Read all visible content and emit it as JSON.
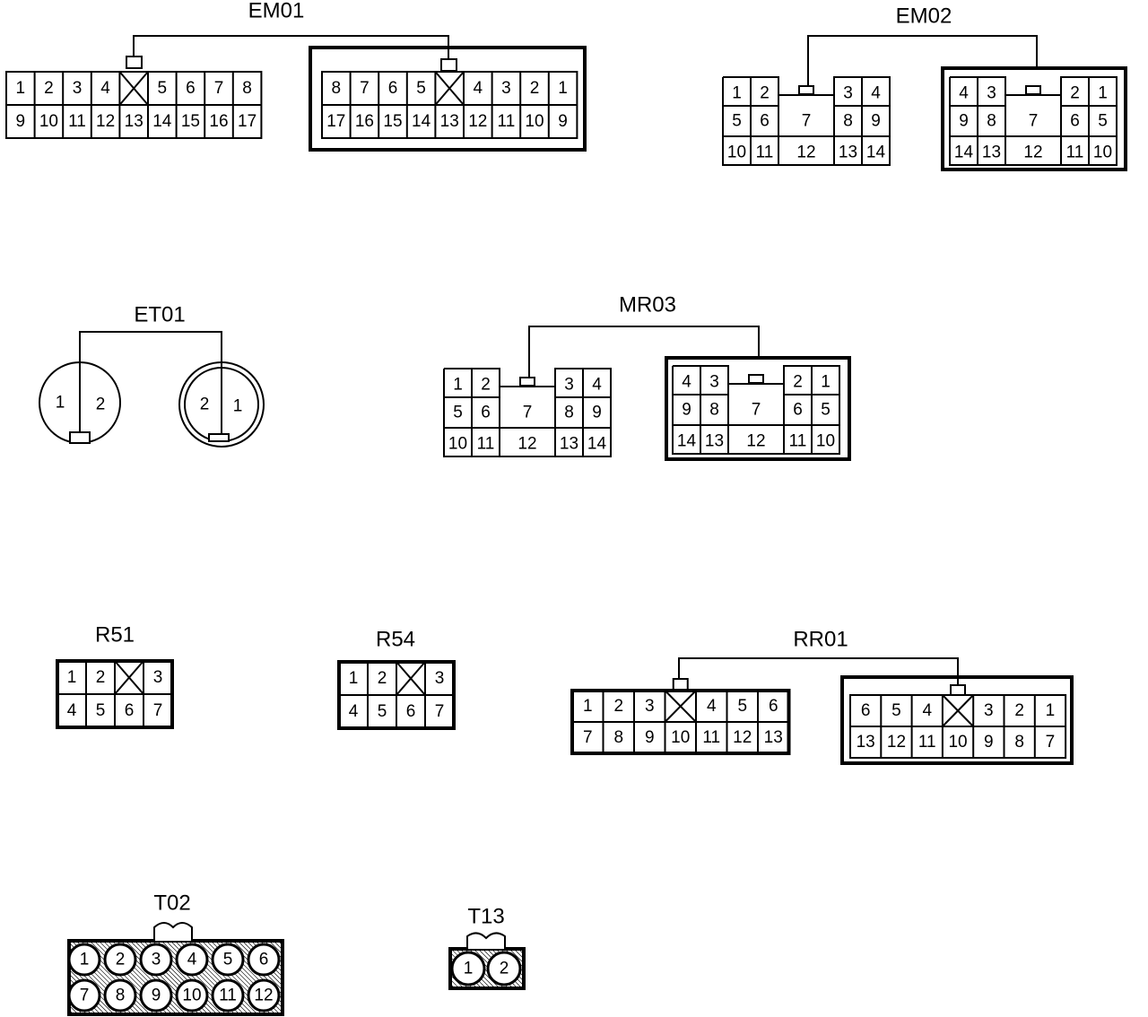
{
  "diagram": {
    "connectors": {
      "em01": {
        "label": "EM01",
        "female": {
          "top": [
            "1",
            "2",
            "3",
            "4",
            "5",
            "6",
            "7",
            "8"
          ],
          "bottom": [
            "9",
            "10",
            "11",
            "12",
            "13",
            "14",
            "15",
            "16",
            "17"
          ]
        },
        "male": {
          "top": [
            "8",
            "7",
            "6",
            "5",
            "4",
            "3",
            "2",
            "1"
          ],
          "bottom": [
            "17",
            "16",
            "15",
            "14",
            "13",
            "12",
            "11",
            "10",
            "9"
          ]
        }
      },
      "em02": {
        "label": "EM02",
        "female": [
          "1",
          "2",
          "3",
          "4",
          "5",
          "6",
          "7",
          "8",
          "9",
          "10",
          "11",
          "12",
          "13",
          "14"
        ],
        "male": [
          "4",
          "3",
          "2",
          "1",
          "9",
          "8",
          "7",
          "6",
          "5",
          "14",
          "13",
          "12",
          "11",
          "10"
        ]
      },
      "et01": {
        "label": "ET01",
        "female": [
          "1",
          "2"
        ],
        "male": [
          "2",
          "1"
        ]
      },
      "mr03": {
        "label": "MR03",
        "female": [
          "1",
          "2",
          "3",
          "4",
          "5",
          "6",
          "7",
          "8",
          "9",
          "10",
          "11",
          "12",
          "13",
          "14"
        ],
        "male": [
          "4",
          "3",
          "2",
          "1",
          "9",
          "8",
          "7",
          "6",
          "5",
          "14",
          "13",
          "12",
          "11",
          "10"
        ]
      },
      "r51": {
        "label": "R51",
        "pins": [
          "1",
          "2",
          "3",
          "4",
          "5",
          "6",
          "7"
        ]
      },
      "r54": {
        "label": "R54",
        "pins": [
          "1",
          "2",
          "3",
          "4",
          "5",
          "6",
          "7"
        ]
      },
      "rr01": {
        "label": "RR01",
        "female": [
          "1",
          "2",
          "3",
          "4",
          "5",
          "6",
          "7",
          "8",
          "9",
          "10",
          "11",
          "12",
          "13"
        ],
        "male": [
          "6",
          "5",
          "4",
          "3",
          "2",
          "1",
          "13",
          "12",
          "11",
          "10",
          "9",
          "8",
          "7"
        ]
      },
      "t02": {
        "label": "T02",
        "pins": [
          "1",
          "2",
          "3",
          "4",
          "5",
          "6",
          "7",
          "8",
          "9",
          "10",
          "11",
          "12"
        ]
      },
      "t13": {
        "label": "T13",
        "pins": [
          "1",
          "2"
        ]
      }
    }
  }
}
